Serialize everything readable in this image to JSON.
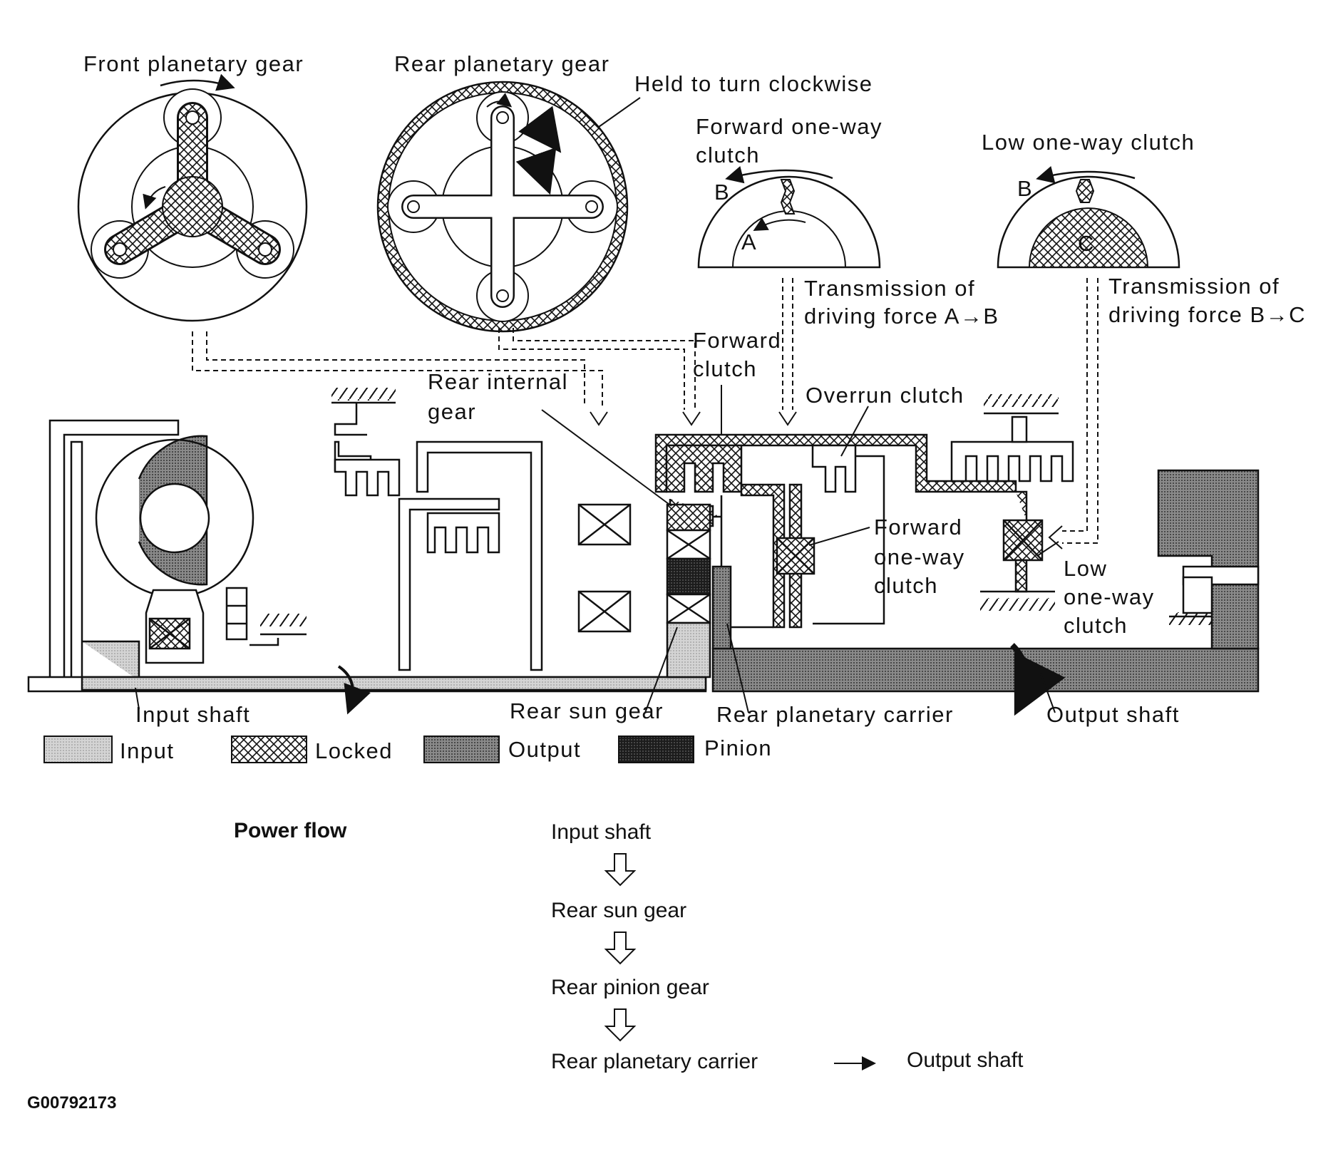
{
  "labels": {
    "front_planetary_gear": "Front planetary gear",
    "rear_planetary_gear": "Rear planetary gear",
    "held_to_turn": "Held to turn clockwise",
    "forward_owc_top_line1": "Forward one-way",
    "forward_owc_top_line2": "clutch",
    "low_owc_top": "Low one-way clutch",
    "trans_ab_line1": "Transmission of",
    "trans_ab_line2": "driving force A→B",
    "trans_bc_line1": "Transmission of",
    "trans_bc_line2": "driving force B→C",
    "forward_clutch_line1": "Forward",
    "forward_clutch_line2": "clutch",
    "rear_internal_line1": "Rear internal",
    "rear_internal_line2": "gear",
    "overrun_clutch": "Overrun clutch",
    "forward_owc_line1": "Forward",
    "forward_owc_line2": "one-way",
    "forward_owc_line3": "clutch",
    "low_owc_line1": "Low",
    "low_owc_line2": "one-way",
    "low_owc_line3": "clutch",
    "input_shaft": "Input shaft",
    "rear_sun_gear": "Rear sun gear",
    "rear_planetary_carrier": "Rear planetary carrier",
    "output_shaft": "Output shaft",
    "letter_a": "A",
    "letter_b": "B",
    "letter_c": "C"
  },
  "legend": {
    "input": "Input",
    "locked": "Locked",
    "output": "Output",
    "pinion": "Pinion"
  },
  "power_flow": {
    "title": "Power flow",
    "steps": [
      "Input shaft",
      "Rear sun gear",
      "Rear pinion gear",
      "Rear planetary carrier"
    ],
    "final": "Output shaft"
  },
  "figure_id": "G00792173",
  "colors": {
    "line": "#111111",
    "input_fill": "#cfcfcf",
    "output_fill": "#7a7a7a",
    "pinion_fill": "#2a2a2a"
  }
}
